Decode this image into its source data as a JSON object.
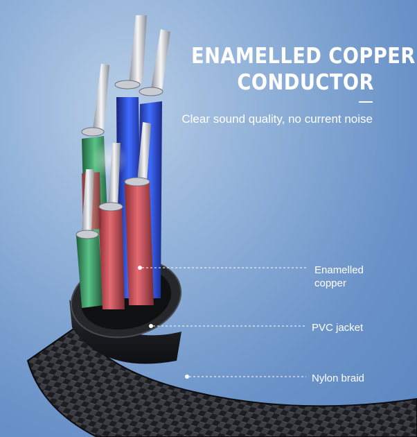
{
  "headline": {
    "line1": "ENAMELLED COPPER",
    "line2": "CONDUCTOR"
  },
  "subheading": "Clear sound quality, no current noise",
  "callouts": [
    {
      "line1": "Enamelled",
      "line2": "copper"
    },
    {
      "line1": "PVC jacket"
    },
    {
      "line1": "Nylon braid"
    }
  ],
  "colors": {
    "background": "#7ba0d0",
    "text": "#ffffff",
    "wire_red": "#d9545e",
    "wire_green": "#3fa26a",
    "wire_blue": "#2f53d6",
    "jacket": "#1a1a1d"
  }
}
